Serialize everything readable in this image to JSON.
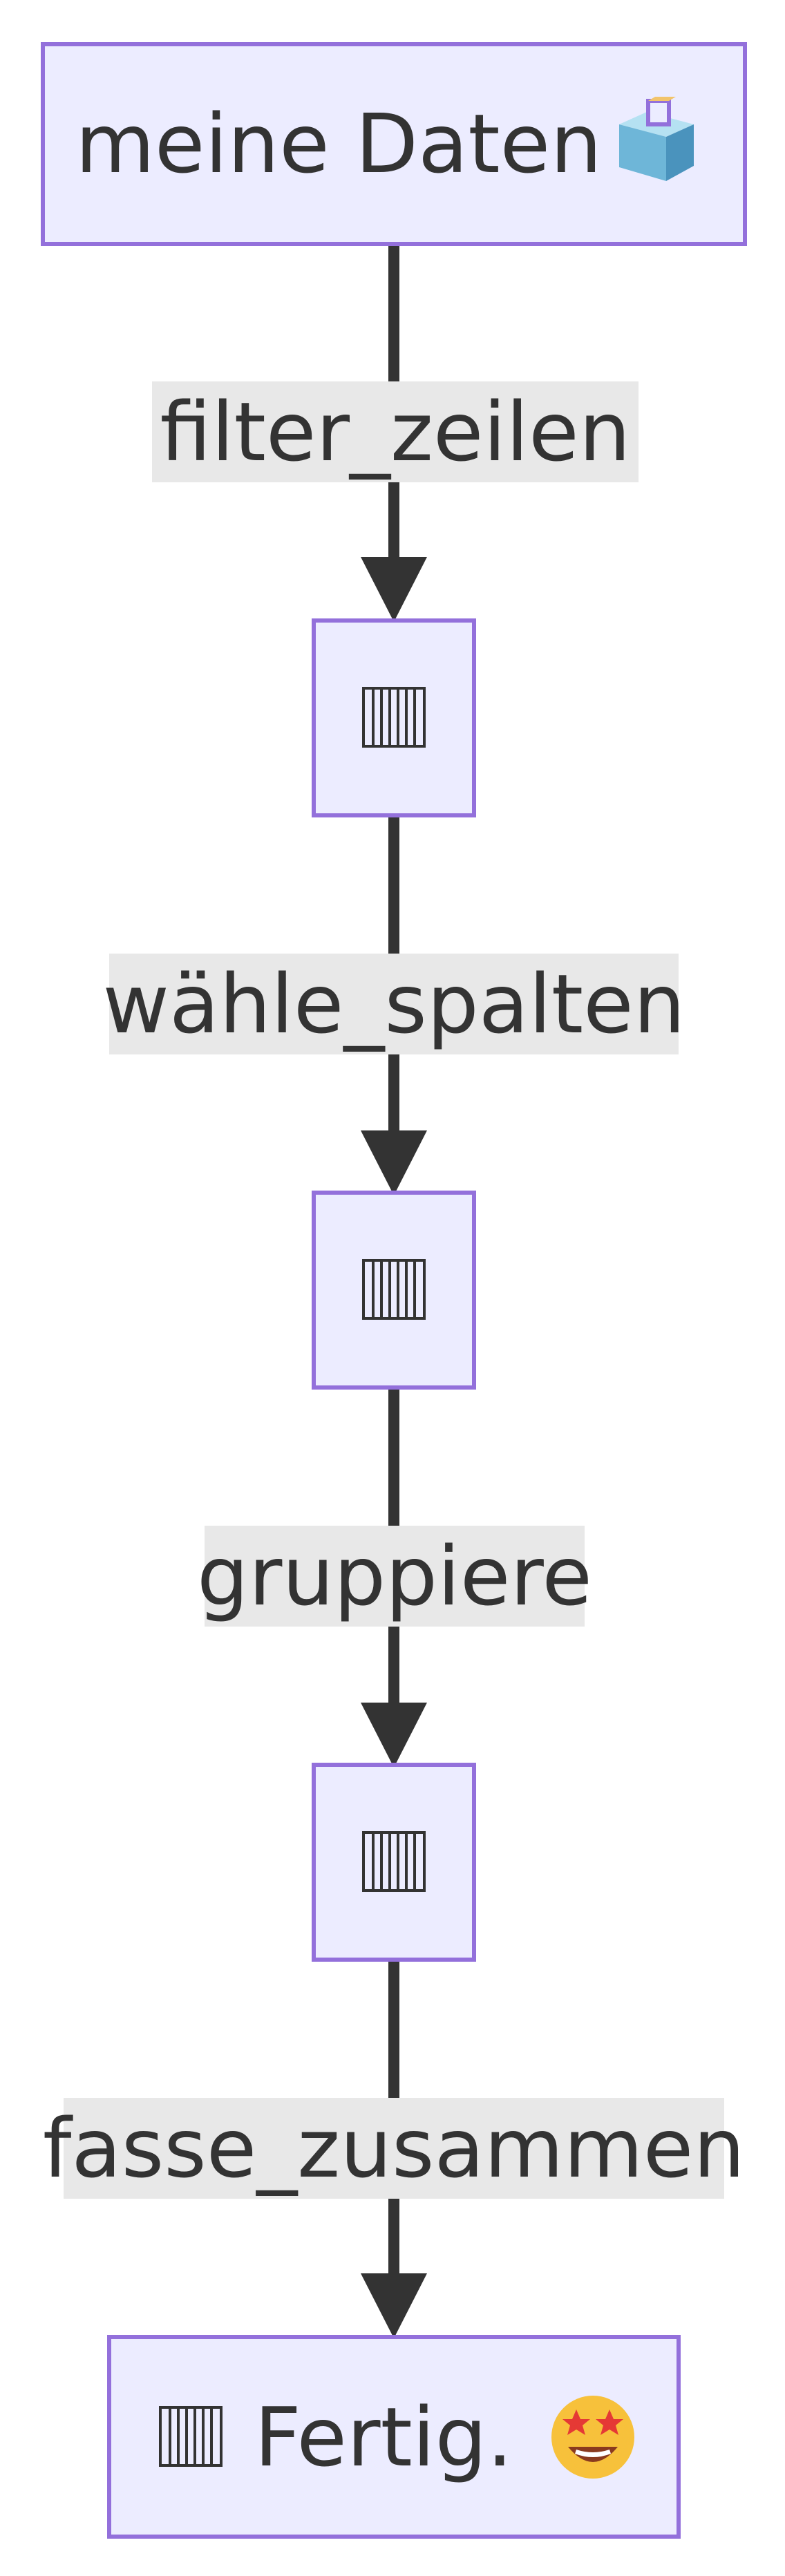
{
  "diagram": {
    "type": "flowchart",
    "direction": "top-down",
    "nodes": [
      {
        "id": "start",
        "label": "meine Daten",
        "icon": "ballot-box-icon"
      },
      {
        "id": "step1",
        "label": "",
        "icon": "data-table-icon"
      },
      {
        "id": "step2",
        "label": "",
        "icon": "data-table-icon"
      },
      {
        "id": "step3",
        "label": "",
        "icon": "data-table-icon"
      },
      {
        "id": "end",
        "label": "Fertig.",
        "icon": "data-table-icon",
        "icon_after": "star-struck-emoji-icon"
      }
    ],
    "edges": [
      {
        "from": "start",
        "to": "step1",
        "label": "filter_zeilen"
      },
      {
        "from": "step1",
        "to": "step2",
        "label": "wähle_spalten"
      },
      {
        "from": "step2",
        "to": "step3",
        "label": "gruppiere"
      },
      {
        "from": "step3",
        "to": "end",
        "label": "fasse_zusammen"
      }
    ],
    "colors": {
      "node_fill": "#ececff",
      "node_border": "#9370db",
      "edge": "#333333",
      "label_background": "#e8e8e8",
      "text": "#333333"
    }
  }
}
